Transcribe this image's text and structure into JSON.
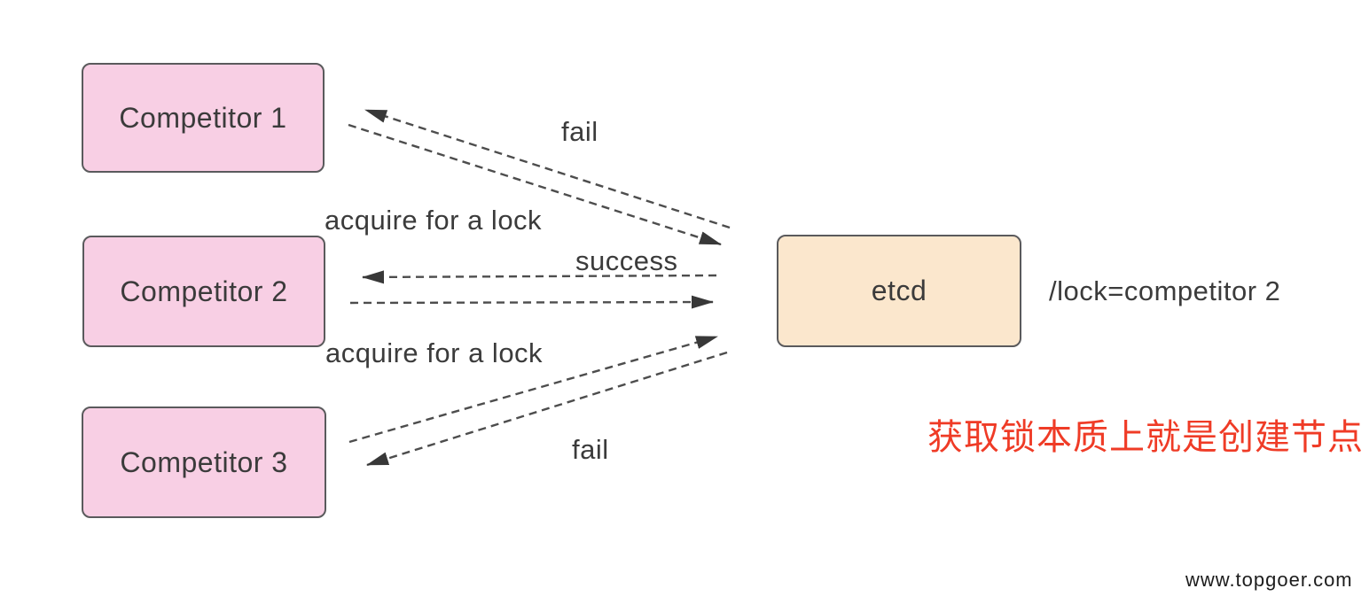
{
  "diagram": {
    "nodes": [
      {
        "id": "competitor-1",
        "label": "Competitor 1",
        "fill": "#f8cfe4"
      },
      {
        "id": "competitor-2",
        "label": "Competitor 2",
        "fill": "#f8cfe4"
      },
      {
        "id": "competitor-3",
        "label": "Competitor 3",
        "fill": "#f8cfe4"
      },
      {
        "id": "etcd",
        "label": "etcd",
        "fill": "#fbe7cd"
      }
    ],
    "edges": [
      {
        "from": "etcd",
        "to": "competitor-1",
        "style": "dashed-arrow"
      },
      {
        "from": "competitor-1",
        "to": "etcd",
        "style": "dashed-arrow"
      },
      {
        "from": "etcd",
        "to": "competitor-2",
        "style": "dashed-arrow"
      },
      {
        "from": "competitor-2",
        "to": "etcd",
        "style": "dashed-arrow"
      },
      {
        "from": "competitor-3",
        "to": "etcd",
        "style": "dashed-arrow"
      },
      {
        "from": "etcd",
        "to": "competitor-3",
        "style": "dashed-arrow"
      }
    ],
    "labels": {
      "fail_top": "fail",
      "acquire_top": "acquire for a lock",
      "success": "success",
      "acquire_bottom": "acquire for a lock",
      "fail_bottom": "fail",
      "lock_key": "/lock=competitor 2",
      "note": "获取锁本质上就是创建节点！"
    },
    "colors": {
      "node_border": "#5a5a5c",
      "arrow_line": "#4d4d4d",
      "arrow_head": "#383838",
      "text": "#3b3b3b",
      "note_red": "#ef3b26"
    }
  },
  "page": {
    "watermark": "www.topgoer.com"
  }
}
